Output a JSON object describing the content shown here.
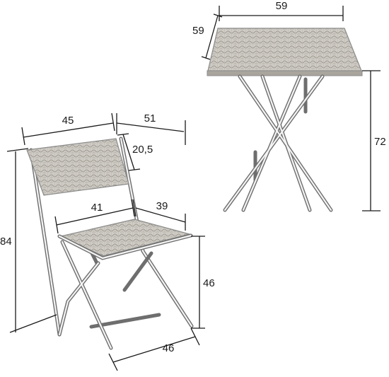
{
  "colors": {
    "frame": "#6e6e6e",
    "wicker_light": "#d3d0ca",
    "wicker_dark": "#a9a59d",
    "dimension_line": "#1a1a1a",
    "background": "#ffffff"
  },
  "table": {
    "top_width": "59",
    "top_depth": "59",
    "height": "72"
  },
  "chair": {
    "backrest_width": "45",
    "overall_depth": "51",
    "backrest_height": "20,5",
    "seat_width": "41",
    "seat_depth": "39",
    "overall_height": "84",
    "seat_height": "46",
    "leg_span": "46"
  }
}
